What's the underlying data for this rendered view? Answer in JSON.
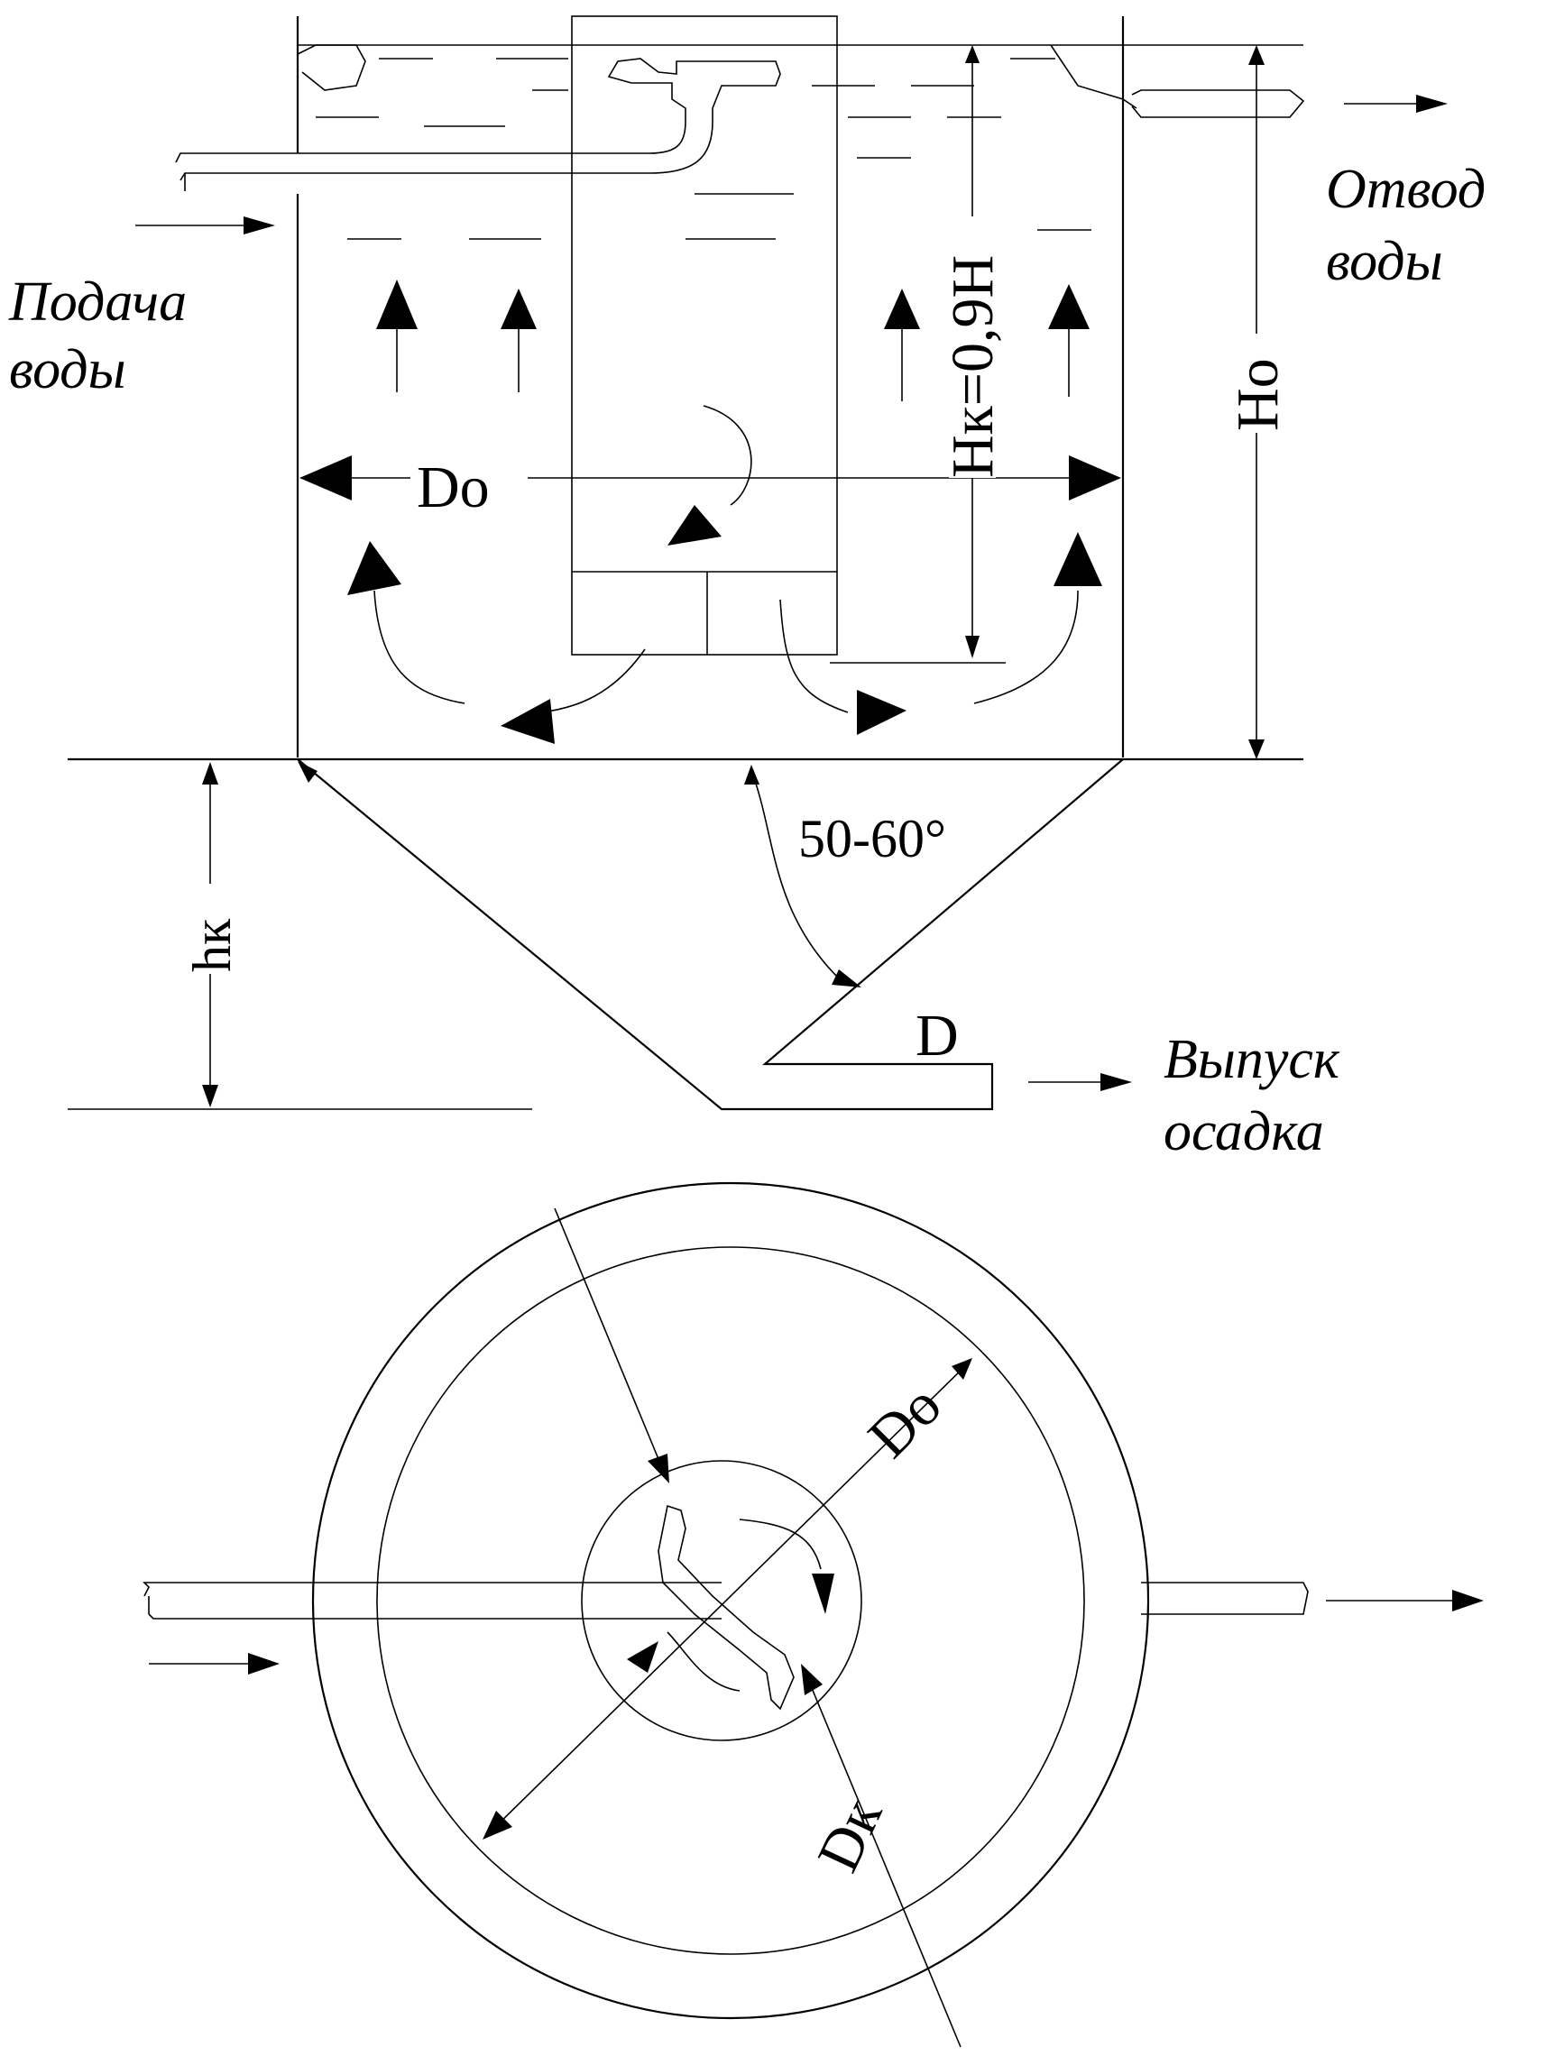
{
  "labels": {
    "water_supply_line1": "Подача",
    "water_supply_line2": "воды",
    "water_outlet_line1": "Отвод",
    "water_outlet_line2": "воды",
    "sludge_release_line1": "Выпуск",
    "sludge_release_line2": "осадка"
  },
  "dimensions": {
    "tank_diameter": "Do",
    "cone_height": "hк",
    "chamber_height": "Hк=0,9H",
    "settling_height": "Ho",
    "outlet_diameter": "D",
    "cone_angle": "50-60°",
    "plan_tank_diameter": "Do",
    "plan_chamber_diameter": "Dк"
  }
}
